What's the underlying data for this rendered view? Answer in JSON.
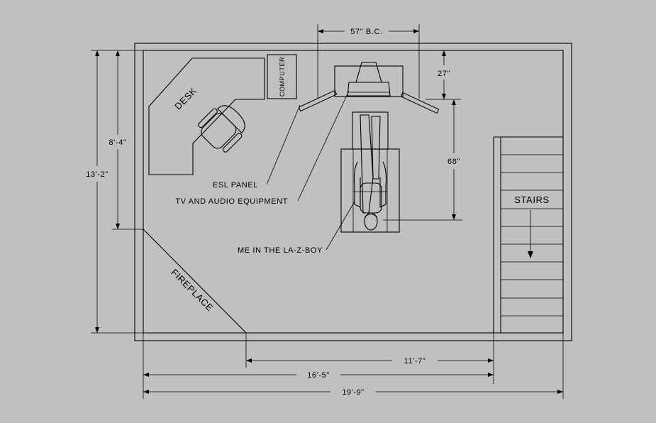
{
  "background": "#c0c0c0",
  "line_color": "#000000",
  "labels": {
    "desk": "DESK",
    "computer": "COMPUTER",
    "fireplace": "FIREPLACE",
    "stairs": "STAIRS",
    "esl_panel": "ESL PANEL",
    "tv_audio": "TV AND AUDIO EQUIPMENT",
    "me": "ME IN THE LA-Z-BOY"
  },
  "dimensions": {
    "speaker_spacing": "57\" B.C.",
    "tv_depth": "27\"",
    "listening_distance": "68\"",
    "room_depth": "13'-2\"",
    "desk_wall": "8'-4\"",
    "fireplace_to_stairs": "11'-7\"",
    "room_width": "16'-5\"",
    "overall_width": "19'-9\""
  }
}
